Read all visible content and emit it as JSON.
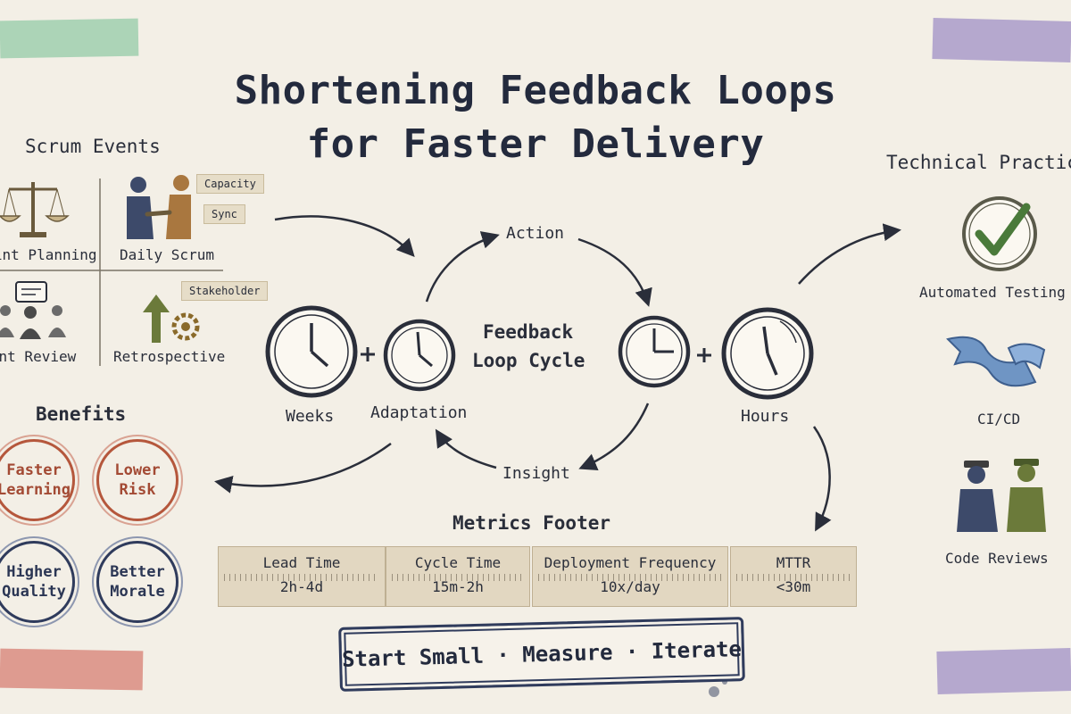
{
  "title": {
    "line1": "Shortening Feedback Loops",
    "line2": "for Faster Delivery"
  },
  "scrum_events": {
    "title": "Scrum Events",
    "items": [
      {
        "label": "Sprint Planning",
        "icon": "scales-icon"
      },
      {
        "label": "Daily Scrum",
        "icon": "handshake-icon"
      },
      {
        "label": "Sprint Review",
        "icon": "meeting-icon"
      },
      {
        "label": "Retrospective",
        "icon": "arrow-gear-icon"
      }
    ],
    "tags": [
      "Capacity",
      "Sync",
      "Stakeholder"
    ]
  },
  "benefits": {
    "title": "Benefits",
    "items": [
      {
        "line1": "Faster",
        "line2": "Learning"
      },
      {
        "line1": "Lower",
        "line2": "Risk"
      },
      {
        "line1": "Higher",
        "line2": "Quality"
      },
      {
        "line1": "Better",
        "line2": "Morale"
      }
    ]
  },
  "cycle": {
    "title_line1": "Feedback",
    "title_line2": "Loop Cycle",
    "weeks": "Weeks",
    "adaptation": "Adaptation",
    "action": "Action",
    "insight": "Insight",
    "hours": "Hours"
  },
  "technical_practices": {
    "title": "Technical Practices",
    "items": [
      {
        "label": "Automated Testing",
        "icon": "checkmark-icon"
      },
      {
        "label": "CI/CD",
        "icon": "ribbon-icon"
      },
      {
        "label": "Code Reviews",
        "icon": "people-icon"
      }
    ]
  },
  "metrics": {
    "title": "Metrics Footer",
    "items": [
      {
        "label": "Lead Time",
        "value": "2h-4d"
      },
      {
        "label": "Cycle Time",
        "value": "15m-2h"
      },
      {
        "label": "Deployment Frequency",
        "value": "10x/day"
      },
      {
        "label": "MTTR",
        "value": "<30m"
      }
    ]
  },
  "cta": "Start Small · Measure · Iterate",
  "colors": {
    "background": "#f3efe6",
    "ink": "#232a3d",
    "rust": "#b5573c",
    "navy": "#2f3b5c",
    "olive": "#6b7a3a"
  }
}
